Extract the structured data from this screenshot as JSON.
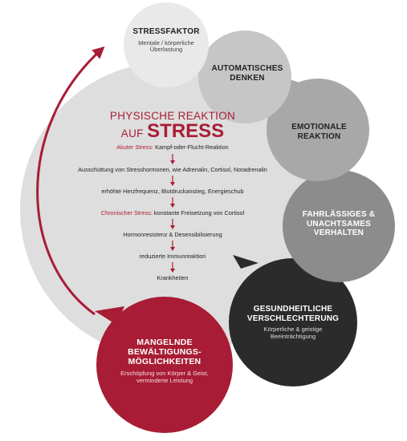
{
  "colors": {
    "accent": "#a81d35",
    "dark": "#2b2b2b",
    "mid_gray": "#8c8c8c",
    "light_gray": "#d9d9d9"
  },
  "cycle": [
    {
      "id": "stressfaktor",
      "title": "STRESSFAKTOR",
      "subtitle": "Mentale / körperliche\nÜberlastung"
    },
    {
      "id": "automatisches-denken",
      "title": "AUTOMATISCHES\nDENKEN",
      "subtitle": ""
    },
    {
      "id": "emotionale-reaktion",
      "title": "EMOTIONALE\nREAKTION",
      "subtitle": ""
    },
    {
      "id": "fahrlaessiges-verhalten",
      "title": "FAHRLÄSSIGES &\nUNACHTSAMES\nVERHALTEN",
      "subtitle": ""
    },
    {
      "id": "gesundheitliche-verschlechterung",
      "title": "GESUNDHEITLICHE\nVERSCHLECHTERUNG",
      "subtitle": "Körperliche & geistige\nBeeinträchtigung"
    },
    {
      "id": "mangelnde-bewaeltigung",
      "title": "MANGELNDE\nBEWÄLTIGUNGS-\nMÖGLICHKEITEN",
      "subtitle": "Erschöpfung von Körper & Geist,\nverminderte Leistung"
    }
  ],
  "center": {
    "title_line1": "PHYSISCHE REAKTION",
    "title_auf": "AUF",
    "title_stress": "STRESS",
    "steps": [
      {
        "highlight": "Akuter Stress:",
        "text": " Kampf-oder-Flucht-Reaktion"
      },
      {
        "highlight": "",
        "text": "Ausschüttung von Stresshormonen, wie Adrenalin, Cortisol, Noradrenalin"
      },
      {
        "highlight": "",
        "text": "erhöhte Herzfrequenz, Blutdruckanstieg, Energieschub"
      },
      {
        "highlight": "Chronischer Stress:",
        "text": " konstante Freisetzung von Cortisol"
      },
      {
        "highlight": "",
        "text": "Hormonresistenz & Desensibilisierung"
      },
      {
        "highlight": "",
        "text": "reduzierte Immunreaktion"
      },
      {
        "highlight": "",
        "text": "Krankheiten"
      }
    ]
  }
}
